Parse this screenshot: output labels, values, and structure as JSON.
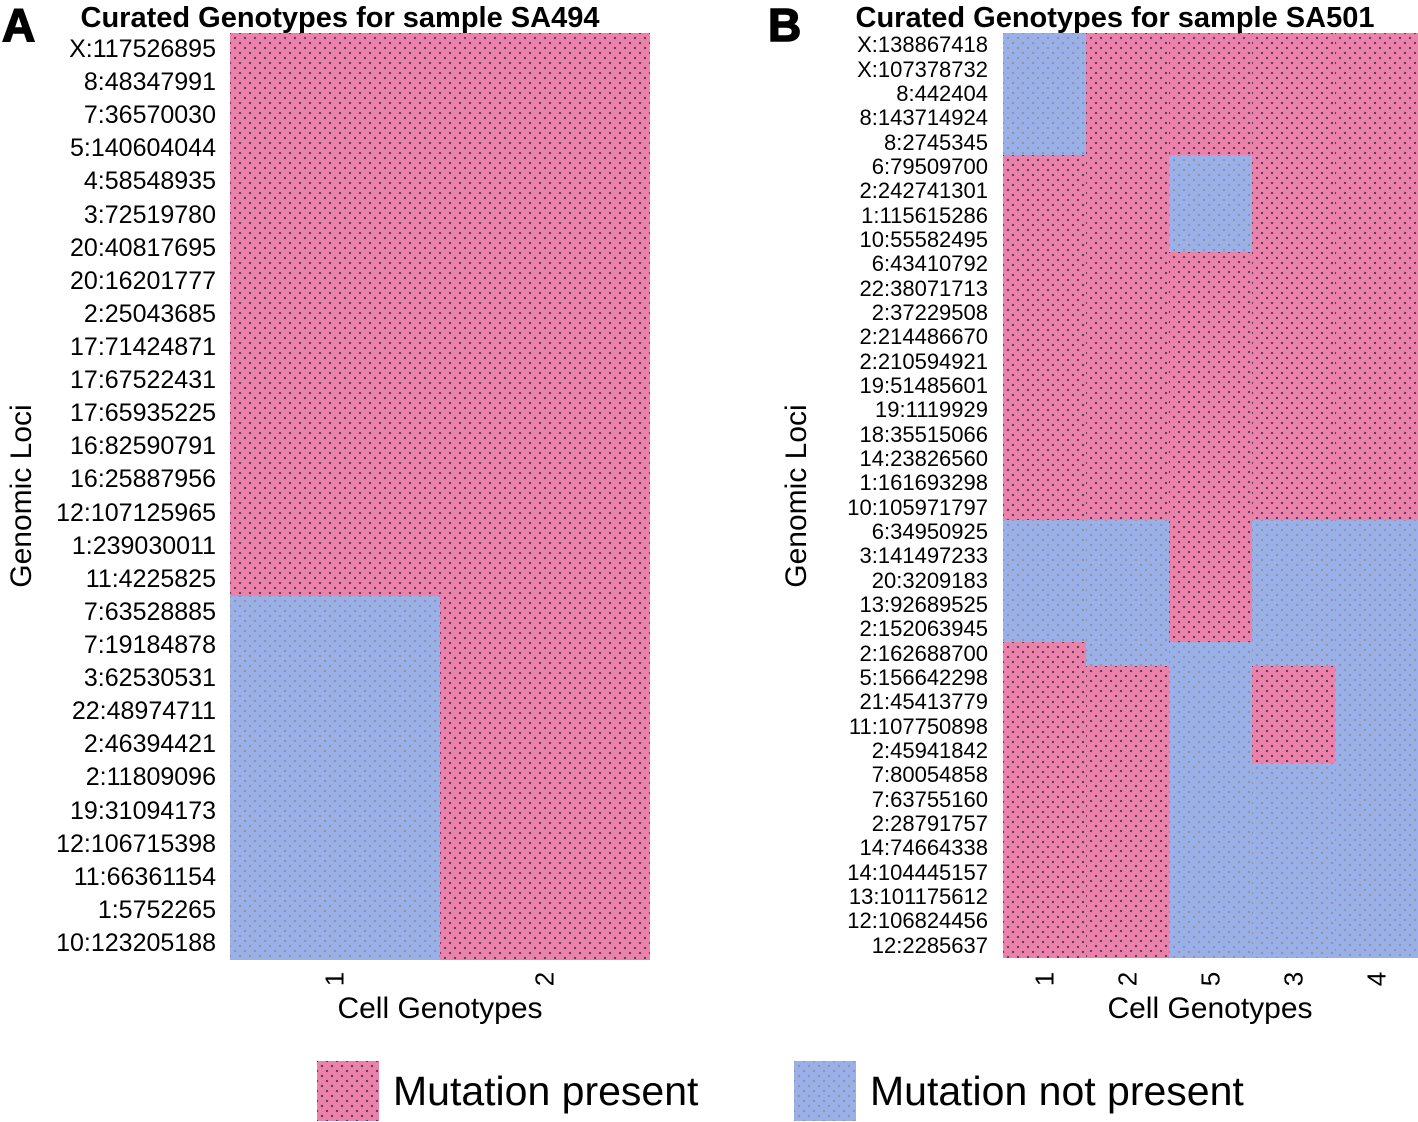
{
  "legend": {
    "present_label": "Mutation present",
    "absent_label": "Mutation not present",
    "present_color": "#ED81AA",
    "absent_color": "#9AB0EB"
  },
  "chart_data": [
    {
      "type": "heatmap",
      "panel_letter": "A",
      "title": "Curated Genotypes for sample SA494",
      "xlabel": "Cell Genotypes",
      "ylabel": "Genomic Loci",
      "value_legend": {
        "1": "Mutation present",
        "0": "Mutation not present"
      },
      "columns": [
        "1",
        "2"
      ],
      "rows": [
        "X:117526895",
        "8:48347991",
        "7:36570030",
        "5:140604044",
        "4:58548935",
        "3:72519780",
        "20:40817695",
        "20:16201777",
        "2:25043685",
        "17:71424871",
        "17:67522431",
        "17:65935225",
        "16:82590791",
        "16:25887956",
        "12:107125965",
        "1:239030011",
        "11:4225825",
        "7:63528885",
        "7:19184878",
        "3:62530531",
        "22:48974711",
        "2:46394421",
        "2:11809096",
        "19:31094173",
        "12:106715398",
        "11:66361154",
        "1:5752265",
        "10:123205188"
      ],
      "values": [
        [
          1,
          1
        ],
        [
          1,
          1
        ],
        [
          1,
          1
        ],
        [
          1,
          1
        ],
        [
          1,
          1
        ],
        [
          1,
          1
        ],
        [
          1,
          1
        ],
        [
          1,
          1
        ],
        [
          1,
          1
        ],
        [
          1,
          1
        ],
        [
          1,
          1
        ],
        [
          1,
          1
        ],
        [
          1,
          1
        ],
        [
          1,
          1
        ],
        [
          1,
          1
        ],
        [
          1,
          1
        ],
        [
          1,
          1
        ],
        [
          0,
          1
        ],
        [
          0,
          1
        ],
        [
          0,
          1
        ],
        [
          0,
          1
        ],
        [
          0,
          1
        ],
        [
          0,
          1
        ],
        [
          0,
          1
        ],
        [
          0,
          1
        ],
        [
          0,
          1
        ],
        [
          0,
          1
        ],
        [
          0,
          1
        ]
      ]
    },
    {
      "type": "heatmap",
      "panel_letter": "B",
      "title": "Curated Genotypes for sample SA501",
      "xlabel": "Cell Genotypes",
      "ylabel": "Genomic Loci",
      "value_legend": {
        "1": "Mutation present",
        "0": "Mutation not present"
      },
      "columns": [
        "1",
        "2",
        "5",
        "3",
        "4"
      ],
      "rows": [
        "X:138867418",
        "X:107378732",
        "8:442404",
        "8:143714924",
        "8:2745345",
        "6:79509700",
        "2:242741301",
        "1:115615286",
        "10:55582495",
        "6:43410792",
        "22:38071713",
        "2:37229508",
        "2:214486670",
        "2:210594921",
        "19:51485601",
        "19:1119929",
        "18:35515066",
        "14:23826560",
        "1:161693298",
        "10:105971797",
        "6:34950925",
        "3:141497233",
        "20:3209183",
        "13:92689525",
        "2:152063945",
        "2:162688700",
        "5:156642298",
        "21:45413779",
        "11:107750898",
        "2:45941842",
        "7:80054858",
        "7:63755160",
        "2:28791757",
        "14:74664338",
        "14:104445157",
        "13:101175612",
        "12:106824456",
        "12:2285637"
      ],
      "values": [
        [
          0,
          1,
          1,
          1,
          1
        ],
        [
          0,
          1,
          1,
          1,
          1
        ],
        [
          0,
          1,
          1,
          1,
          1
        ],
        [
          0,
          1,
          1,
          1,
          1
        ],
        [
          0,
          1,
          1,
          1,
          1
        ],
        [
          1,
          1,
          0,
          1,
          1
        ],
        [
          1,
          1,
          0,
          1,
          1
        ],
        [
          1,
          1,
          0,
          1,
          1
        ],
        [
          1,
          1,
          0,
          1,
          1
        ],
        [
          1,
          1,
          1,
          1,
          1
        ],
        [
          1,
          1,
          1,
          1,
          1
        ],
        [
          1,
          1,
          1,
          1,
          1
        ],
        [
          1,
          1,
          1,
          1,
          1
        ],
        [
          1,
          1,
          1,
          1,
          1
        ],
        [
          1,
          1,
          1,
          1,
          1
        ],
        [
          1,
          1,
          1,
          1,
          1
        ],
        [
          1,
          1,
          1,
          1,
          1
        ],
        [
          1,
          1,
          1,
          1,
          1
        ],
        [
          1,
          1,
          1,
          1,
          1
        ],
        [
          1,
          1,
          1,
          1,
          1
        ],
        [
          0,
          0,
          1,
          0,
          0
        ],
        [
          0,
          0,
          1,
          0,
          0
        ],
        [
          0,
          0,
          1,
          0,
          0
        ],
        [
          0,
          0,
          1,
          0,
          0
        ],
        [
          0,
          0,
          1,
          0,
          0
        ],
        [
          1,
          0,
          0,
          0,
          0
        ],
        [
          1,
          1,
          0,
          1,
          0
        ],
        [
          1,
          1,
          0,
          1,
          0
        ],
        [
          1,
          1,
          0,
          1,
          0
        ],
        [
          1,
          1,
          0,
          1,
          0
        ],
        [
          1,
          1,
          0,
          0,
          0
        ],
        [
          1,
          1,
          0,
          0,
          0
        ],
        [
          1,
          1,
          0,
          0,
          0
        ],
        [
          1,
          1,
          0,
          0,
          0
        ],
        [
          1,
          1,
          0,
          0,
          0
        ],
        [
          1,
          1,
          0,
          0,
          0
        ],
        [
          1,
          1,
          0,
          0,
          0
        ],
        [
          1,
          1,
          0,
          0,
          0
        ]
      ]
    }
  ]
}
